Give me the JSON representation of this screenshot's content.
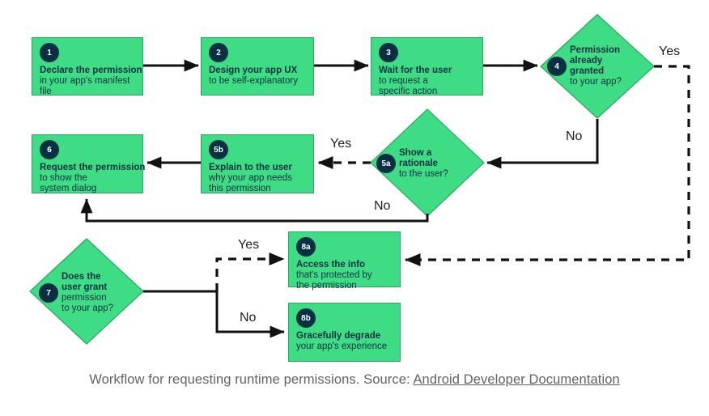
{
  "flowchart": {
    "colors": {
      "node_fill": "#3edc84",
      "node_border": "#2ba55f",
      "badge_bg": "#073042",
      "badge_text": "#ffffff",
      "node_text": "#073042",
      "connector": "#111111",
      "edge_label": "#202124",
      "caption_text": "#5f6368"
    },
    "nodes": [
      {
        "badge": "1",
        "shape": "box",
        "title": "Declare the permission",
        "body": "in your app's manifest file"
      },
      {
        "badge": "2",
        "shape": "box",
        "title": "Design your app UX",
        "body": "to be self-explanatory"
      },
      {
        "badge": "3",
        "shape": "box",
        "title": "Wait for the user",
        "body": "to request a\nspecific action"
      },
      {
        "badge": "4",
        "shape": "diamond",
        "title": "Permission\nalready\ngranted",
        "body": "to your app?"
      },
      {
        "badge": "5a",
        "shape": "diamond",
        "title": "Show a\nrationale",
        "body": "to the user?"
      },
      {
        "badge": "5b",
        "shape": "box",
        "title": "Explain to the user",
        "body": "why your app needs\nthis permission"
      },
      {
        "badge": "6",
        "shape": "box",
        "title": "Request the permission",
        "body": "to show the\nsystem dialog"
      },
      {
        "badge": "7",
        "shape": "diamond",
        "title": "Does the\nuser grant",
        "body": "permission\nto your app?"
      },
      {
        "badge": "8a",
        "shape": "box",
        "title": "Access the info",
        "body": "that's protected by\nthe permission"
      },
      {
        "badge": "8b",
        "shape": "box",
        "title": "Gracefully degrade",
        "body": "your app's experience"
      }
    ],
    "labels": {
      "yes_4": "Yes",
      "no_4": "No",
      "yes_5a": "Yes",
      "no_5a": "No",
      "yes_7": "Yes",
      "no_7": "No"
    }
  },
  "caption": {
    "text": "Workflow for requesting runtime permissions. Source: ",
    "link_text": "Android Developer Documentation"
  }
}
